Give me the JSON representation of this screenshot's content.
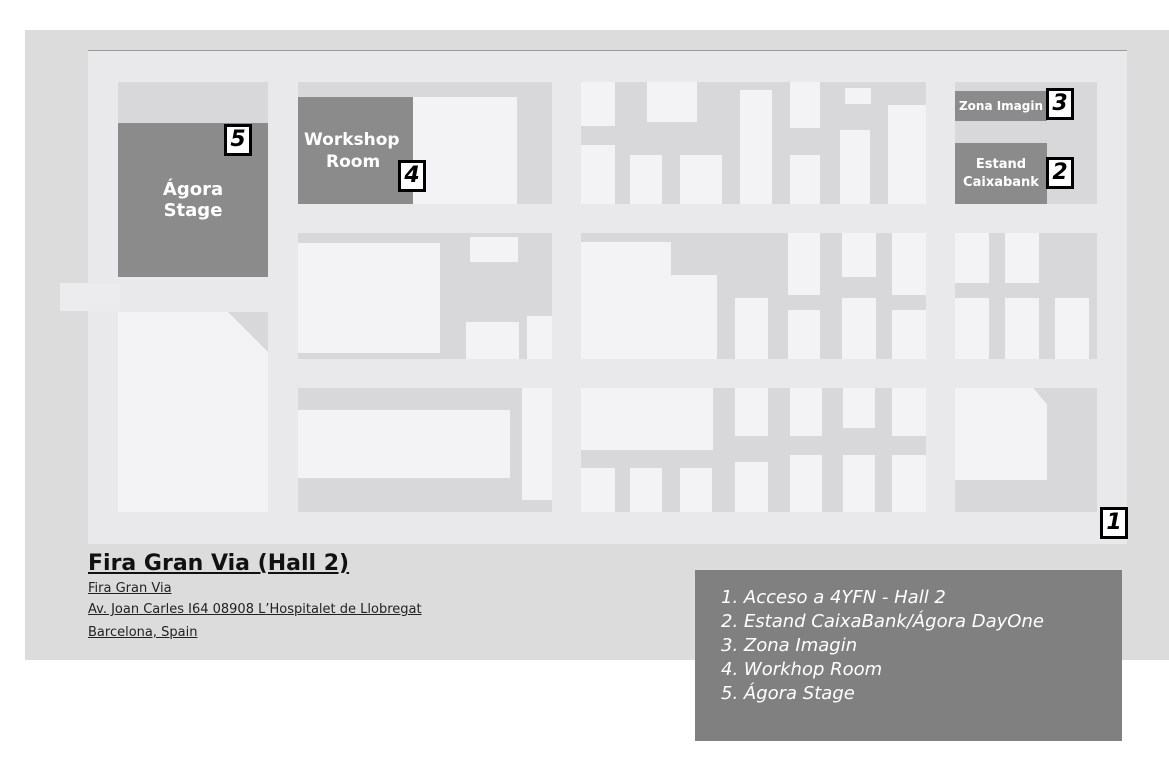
{
  "map": {
    "areas": [
      {
        "number": "5",
        "label": "Ágora Stage"
      },
      {
        "number": "4",
        "label": "Workshop Room"
      },
      {
        "number": "3",
        "label": "Zona Imagin"
      },
      {
        "number": "2",
        "label": "Estand Caixabank"
      },
      {
        "number": "1",
        "label": ""
      }
    ],
    "labels": {
      "agora_1": "Ágora",
      "agora_2": "Stage",
      "workshop_1": "Workshop",
      "workshop_2": "Room",
      "imagin": "Zona Imagin",
      "estand_1": "Estand",
      "estand_2": "Caixabank"
    }
  },
  "venue": {
    "title": "Fira Gran Via (Hall 2)",
    "lines": [
      "Fira Gran Via",
      "Av. Joan Carles I64 08908 L’Hospitalet de Llobregat",
      "Barcelona, Spain"
    ]
  },
  "legend": {
    "items": [
      "1. Acceso a 4YFN - Hall 2",
      "2. Estand CaixaBank/Ágora DayOne",
      "3. Zona Imagin",
      "4. Workhop Room",
      "5. Ágora Stage"
    ]
  },
  "colors": {
    "highlight": "#8b8b8c",
    "legend_bg": "#808081"
  }
}
